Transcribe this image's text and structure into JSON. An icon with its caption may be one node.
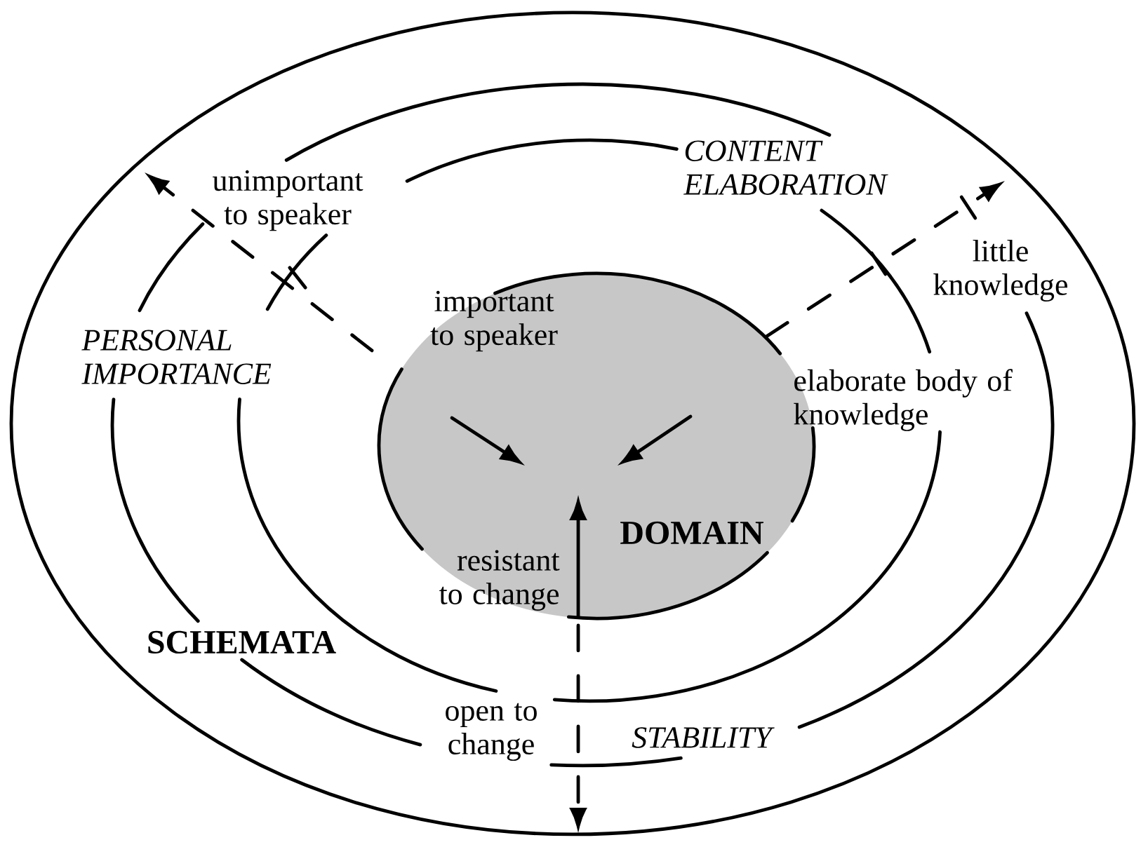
{
  "diagram": {
    "nodes": [
      {
        "text": [
          "DOMAIN"
        ]
      }
    ],
    "labels": [
      "unimportant to speaker",
      "CONTENT ELABORATION",
      "PERSONAL IMPORTANCE",
      "important to speaker",
      "little knowledge",
      "elaborate body of knowledge",
      "resistant to change",
      "SCHEMATA",
      "open to change",
      "STABILITY"
    ]
  }
}
